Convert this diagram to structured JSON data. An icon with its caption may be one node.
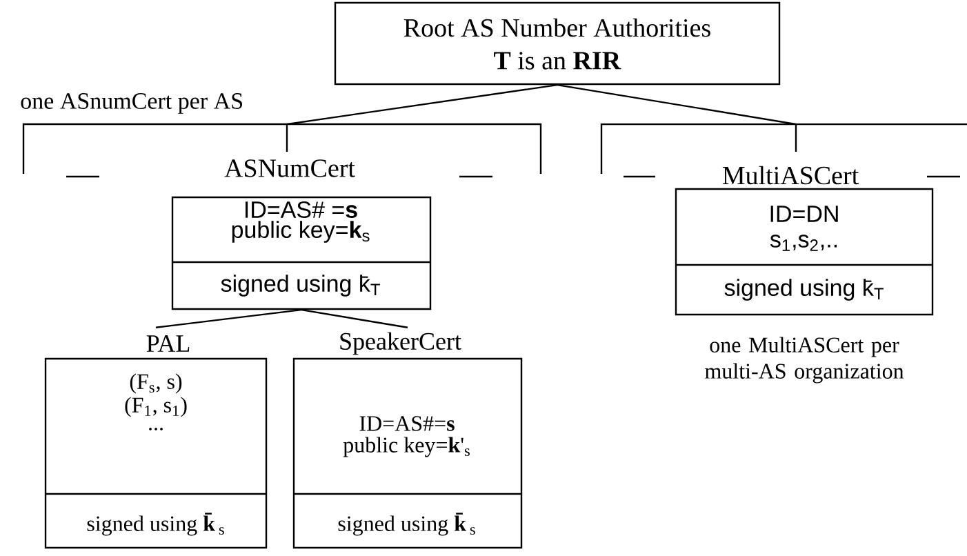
{
  "diagram": {
    "nodes": [
      {
        "text": [
          "Root AS Number Authorities",
          "**T** is an **RIR**"
        ]
      },
      {
        "text": [
          "ASNumCert",
          "ID=AS# =**s**",
          "public key=**k**$_{s}$",
          "signed using k̄$_{T}$"
        ]
      },
      {
        "text": [
          "MultiASCert",
          "ID=DN",
          "s$_{1}$,s$_{2}$,..",
          "signed using k̄$_{T}$"
        ],
        "beside": [
          "one MultiASCert per multi-AS organization"
        ]
      },
      {
        "text": [
          "PAL",
          "(F$_{s}$,    s)",
          "(F$_{1}$,  s$_{1}$)",
          "...",
          "signed using **k̄**$_{s}$"
        ]
      },
      {
        "text": [
          "SpeakerCert",
          "ID=AS#=**s**",
          "public key=**k**'$_{s}$",
          "signed using **k̄**$_{s}$"
        ]
      }
    ],
    "edges": [
      {
        "from": 0,
        "to": 1,
        "arrow": "none"
      },
      {
        "from": 0,
        "to": 2,
        "arrow": "none"
      },
      {
        "from": 1,
        "to": 3,
        "arrow": "none"
      },
      {
        "from": 1,
        "to": 4,
        "arrow": "none"
      }
    ],
    "labels": [
      "one ASnumCert per AS"
    ]
  }
}
